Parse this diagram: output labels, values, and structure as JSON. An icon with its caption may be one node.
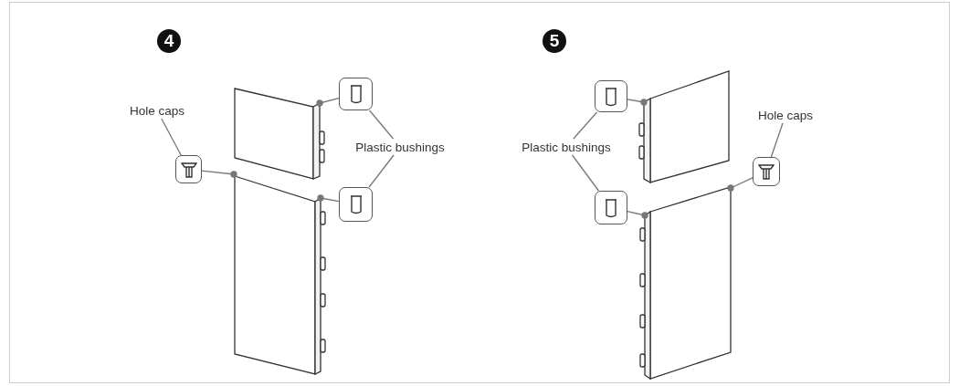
{
  "diagram": {
    "nodes": [
      {
        "text": [
          "4"
        ]
      },
      {
        "text": [
          "Hole caps"
        ]
      },
      {
        "text": [
          "Plastic bushings"
        ]
      },
      {
        "text": [],
        "shape": "box"
      },
      {
        "text": [],
        "shape": "box"
      },
      {
        "text": [],
        "shape": "box"
      },
      {
        "text": [
          "5"
        ]
      },
      {
        "text": [
          "Plastic bushings"
        ]
      },
      {
        "text": [
          "Hole caps"
        ]
      },
      {
        "text": [],
        "shape": "box"
      },
      {
        "text": [],
        "shape": "box"
      },
      {
        "text": [],
        "shape": "box"
      },
      {
        "text": [],
        "shape": "door"
      },
      {
        "text": [],
        "shape": "door"
      },
      {
        "text": [],
        "shape": "door"
      },
      {
        "text": [],
        "shape": "door"
      }
    ],
    "edges": [
      {
        "from": 1,
        "to": 3,
        "arrow": "none"
      },
      {
        "from": 2,
        "to": 4,
        "arrow": "none"
      },
      {
        "from": 2,
        "to": 5,
        "arrow": "none"
      },
      {
        "from": 3,
        "to": 13,
        "arrow": "other"
      },
      {
        "from": 4,
        "to": 12,
        "arrow": "other"
      },
      {
        "from": 5,
        "to": 13,
        "arrow": "other"
      },
      {
        "from": 7,
        "to": 9,
        "arrow": "none"
      },
      {
        "from": 7,
        "to": 10,
        "arrow": "none"
      },
      {
        "from": 8,
        "to": 11,
        "arrow": "none"
      },
      {
        "from": 9,
        "to": 14,
        "arrow": "other"
      },
      {
        "from": 10,
        "to": 15,
        "arrow": "other"
      },
      {
        "from": 11,
        "to": 15,
        "arrow": "other"
      }
    ]
  }
}
